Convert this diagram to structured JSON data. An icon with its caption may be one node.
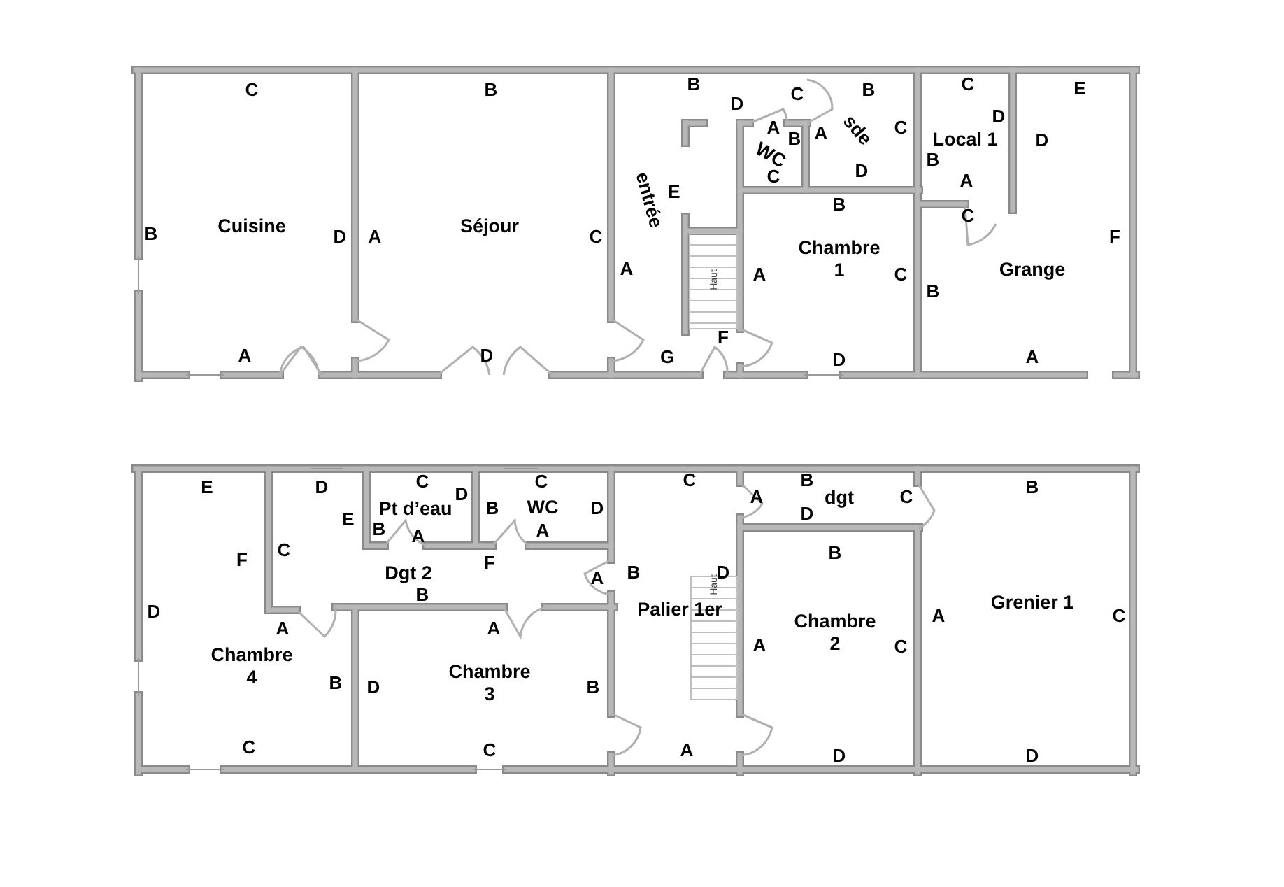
{
  "diagram": {
    "nodes": [
      {
        "text": [
          "Cuisine",
          "C",
          "B",
          "D",
          "A"
        ]
      },
      {
        "text": [
          "Séjour",
          "B",
          "A",
          "C",
          "D"
        ]
      },
      {
        "text": [
          "entrée",
          "B",
          "D",
          "C",
          "E",
          "A",
          "G",
          "F"
        ]
      },
      {
        "text": [
          "WC",
          "A",
          "B",
          "C"
        ]
      },
      {
        "text": [
          "sde",
          "B",
          "A",
          "C",
          "D"
        ]
      },
      {
        "text": [
          "Local 1",
          "C",
          "D",
          "B",
          "A"
        ]
      },
      {
        "text": [
          "Grange",
          "E",
          "D",
          "C",
          "F",
          "B",
          "A"
        ]
      },
      {
        "text": [
          "Chambre 1",
          "B",
          "A",
          "C",
          "D"
        ]
      },
      {
        "text": [
          "Chambre 4",
          "E",
          "F",
          "D",
          "A",
          "B",
          "C"
        ]
      },
      {
        "text": [
          "Dgt 2",
          "D",
          "E",
          "C",
          "F",
          "B",
          "A"
        ]
      },
      {
        "text": [
          "Pt d’eau",
          "C",
          "D",
          "B",
          "A"
        ]
      },
      {
        "text": [
          "WC",
          "C",
          "B",
          "D",
          "A"
        ]
      },
      {
        "text": [
          "dgt",
          "B",
          "A",
          "D",
          "C"
        ]
      },
      {
        "text": [
          "Grenier 1",
          "B",
          "A",
          "C",
          "D"
        ]
      },
      {
        "text": [
          "Palier 1er",
          "C",
          "B",
          "D",
          "A"
        ]
      },
      {
        "text": [
          "Chambre 2",
          "B",
          "A",
          "C",
          "D"
        ]
      },
      {
        "text": [
          "Chambre 3",
          "A",
          "D",
          "B",
          "C"
        ]
      }
    ],
    "labels": [
      "Haut",
      "Haut"
    ]
  }
}
